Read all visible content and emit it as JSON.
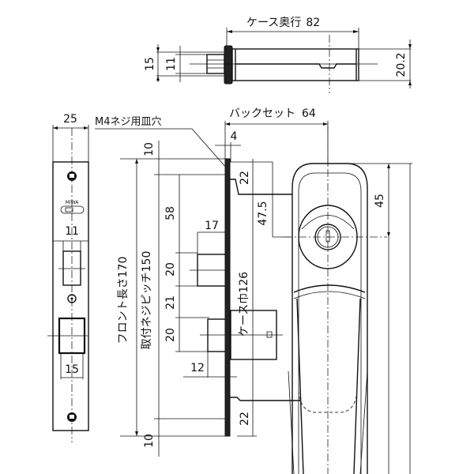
{
  "drawing": {
    "title": "Mortise lock with lever handle - dimension drawing",
    "top_view": {
      "case_depth_label": "ケース奥行",
      "case_depth_value": "82",
      "height_outer": "15",
      "height_inner": "11",
      "case_thickness": "20.2"
    },
    "front_plate": {
      "width": "25",
      "latch_width": "11",
      "deadbolt_width": "15",
      "logo_text": "MIWA"
    },
    "side_view": {
      "screw_hole_label": "M4ネジ用皿穴",
      "backset_label": "バックセット",
      "backset_value": "64",
      "plate_thickness": "4",
      "top_margin": "10",
      "bottom_margin": "10",
      "front_length_label": "フロント長さ170",
      "screw_pitch_label": "取付ネジピッチ150",
      "dim_58": "58",
      "dim_20a": "20",
      "dim_21": "21",
      "dim_20b": "20",
      "latch_projection": "17",
      "deadbolt_projection": "12",
      "case_height_label": "ケース巾126",
      "top_22": "22",
      "bottom_22": "22",
      "dim_47_5": "47.5"
    },
    "handle": {
      "rose_height": "45"
    }
  }
}
